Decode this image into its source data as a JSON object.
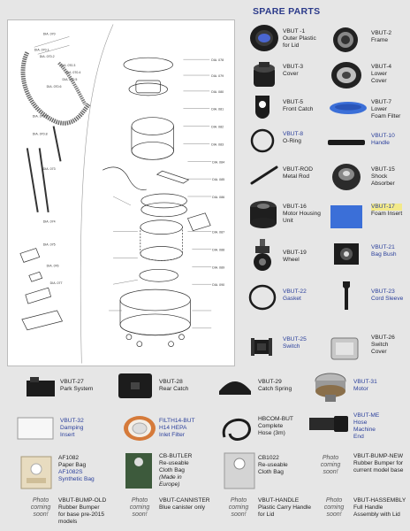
{
  "header": {
    "title": "SPARE PARTS"
  },
  "diagram": {
    "callouts": [
      "DIA. 070",
      "DIA. 070.1",
      "DIA. 070.2",
      "DIA. 070.3",
      "DIA. 070.4",
      "DIA. 070.5",
      "DIA. 070.6",
      "DIA. 070.7",
      "DIA. 070.8",
      "DIA. 073",
      "DIA. 074",
      "DIA. 075",
      "DIA. 076",
      "DIA. 077",
      "DIA. 078",
      "DIA. 079",
      "DIA. 080",
      "DIA. 081",
      "DIA. 082",
      "DIA. 083",
      "DIA. 084",
      "DIA. 085",
      "DIA. 086",
      "DIA. 087",
      "DIA. 088",
      "DIA. 089",
      "DIA. 090"
    ]
  },
  "parts": [
    {
      "code": "VBUT -1",
      "desc": [
        "Outer Plastic",
        "for Lid"
      ]
    },
    {
      "code": "VBUT-2",
      "desc": [
        "Frame"
      ]
    },
    {
      "code": "VBUT-3",
      "desc": [
        "Cover"
      ]
    },
    {
      "code": "VBUT-4",
      "desc": [
        "Lower",
        "Cover"
      ]
    },
    {
      "code": "VBUT-5",
      "desc": [
        "Front Catch"
      ]
    },
    {
      "code": "VBUT-7",
      "desc": [
        "Lower",
        "Foam Filter"
      ]
    },
    {
      "code": "VBUT-8",
      "desc": [
        "O-Ring"
      ]
    },
    {
      "code": "VBUT-10",
      "desc": [
        "Handle"
      ]
    },
    {
      "code": "VBUT-ROD",
      "desc": [
        "Metal Rod"
      ]
    },
    {
      "code": "VBUT-15",
      "desc": [
        "Shock",
        "Absorber"
      ]
    },
    {
      "code": "VBUT-16",
      "desc": [
        "Motor Housing",
        "Unit"
      ]
    },
    {
      "code": "VBUT-17",
      "desc": [
        "Foam Insert"
      ]
    },
    {
      "code": "VBUT-19",
      "desc": [
        "Wheel"
      ]
    },
    {
      "code": "VBUT-21",
      "desc": [
        "Bag Bush"
      ]
    },
    {
      "code": "VBUT-22",
      "desc": [
        "Gasket"
      ]
    },
    {
      "code": "VBUT-23",
      "desc": [
        "Cord Sleeve"
      ]
    },
    {
      "code": "VBUT-25",
      "desc": [
        "Switch"
      ]
    },
    {
      "code": "VBUT-26",
      "desc": [
        "Switch",
        "Cover"
      ]
    },
    {
      "code": "VBUT-27",
      "desc": [
        "Park System"
      ]
    },
    {
      "code": "VBUT-28",
      "desc": [
        "Rear Catch"
      ]
    },
    {
      "code": "VBUT-29",
      "desc": [
        "Catch Spring"
      ]
    },
    {
      "code": "VBUT-31",
      "desc": [
        "Motor"
      ]
    },
    {
      "code": "VBUT-32",
      "desc": [
        "Damping",
        "Insert"
      ]
    },
    {
      "code": "FILTH14-BUT",
      "desc": [
        "H14 HEPA",
        "Inlet Filter"
      ]
    },
    {
      "code": "HBCOM-BUT",
      "desc": [
        "Complete",
        "Hose (3m)"
      ]
    },
    {
      "code": "VBUT-ME",
      "desc": [
        "Hose",
        "Machine",
        "End"
      ]
    },
    {
      "code": "AF1082",
      "desc": [
        "Paper Bag",
        "AF1082S",
        "Synthetic Bag"
      ]
    },
    {
      "code": "CB-BUTLER",
      "desc": [
        "Re-useable",
        "Cloth Bag",
        "(Made in",
        "Europe)"
      ]
    },
    {
      "code": "CB1022",
      "desc": [
        "Re-useable",
        "Cloth Bag"
      ]
    },
    {
      "code": "VBUT-BUMP-NEW",
      "desc": [
        "Rubber Bumper for",
        "current model base"
      ]
    },
    {
      "code": "VBUT-BUMP-OLD",
      "desc": [
        "Rubber Bumper",
        "for base pre-2015",
        "models"
      ]
    },
    {
      "code": "VBUT-CANNISTER",
      "desc": [
        "Blue canister only"
      ]
    },
    {
      "code": "VBUT-HANDLE",
      "desc": [
        "Plastic Carry Handle",
        "for Lid"
      ]
    },
    {
      "code": "VBUT-HASSEMBLY",
      "desc": [
        "Full Handle",
        "Assembly with Lid"
      ]
    }
  ],
  "photo_placeholder": [
    "Photo",
    "coming",
    "soon!"
  ],
  "colors": {
    "title": "#2b3a8a",
    "link": "#2a3f9b",
    "highlight": "#f2e98a",
    "foam": "#3b6fd8",
    "background": "#e6e6e6"
  }
}
